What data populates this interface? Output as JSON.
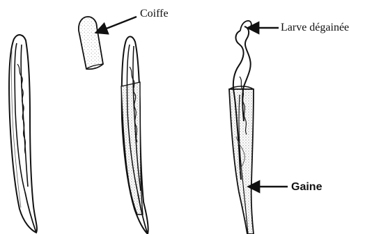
{
  "labels": {
    "coiffe": "Coiffe",
    "larve_degainee": "Larve dégainée",
    "gaine": "Gaine"
  },
  "colors": {
    "ink": "#111111",
    "paper": "#ffffff",
    "shade": "#bdbdbd"
  }
}
